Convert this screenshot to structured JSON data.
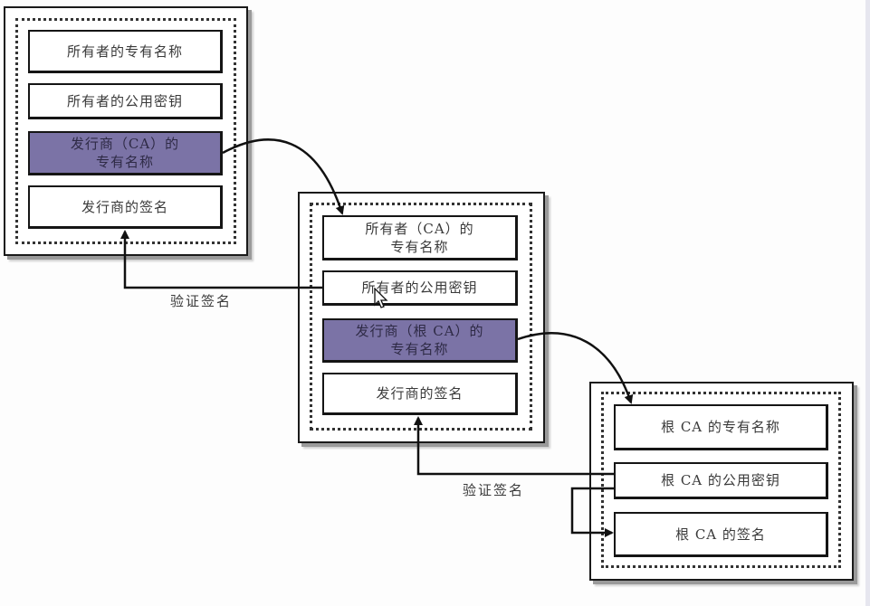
{
  "diagram": {
    "title": "Certificate chain verification",
    "certificates": [
      {
        "id": "end-entity",
        "fields": [
          {
            "label": "所有者的专有名称",
            "highlighted": false
          },
          {
            "label": "所有者的公用密钥",
            "highlighted": false
          },
          {
            "label": "发行商（CA）的\n专有名称",
            "highlighted": true
          },
          {
            "label": "发行商的签名",
            "highlighted": false
          }
        ]
      },
      {
        "id": "intermediate-ca",
        "fields": [
          {
            "label": "所有者（CA）的\n专有名称",
            "highlighted": false
          },
          {
            "label": "所有者的公用密钥",
            "highlighted": false
          },
          {
            "label": "发行商（根 CA）的\n专有名称",
            "highlighted": true
          },
          {
            "label": "发行商的签名",
            "highlighted": false
          }
        ]
      },
      {
        "id": "root-ca",
        "fields": [
          {
            "label": "根 CA 的专有名称",
            "highlighted": false
          },
          {
            "label": "根 CA 的公用密钥",
            "highlighted": false
          },
          {
            "label": "根 CA 的签名",
            "highlighted": false
          }
        ]
      }
    ],
    "edge_labels": {
      "verify1": "验证签名",
      "verify2": "验证签名"
    },
    "colors": {
      "highlight": "#7b73a6",
      "line": "#111111"
    }
  }
}
